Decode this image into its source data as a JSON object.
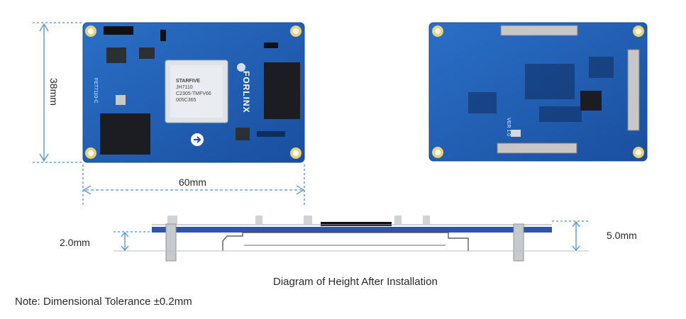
{
  "top_view": {
    "width_label": "60mm",
    "height_label": "38mm",
    "chip_brand": "STARFIVE",
    "chip_model": "JH7110",
    "chip_code": "C2305-TMFV66",
    "chip_lot": "005C365",
    "board_brand": "FORLINX",
    "board_model": "FET7110-C"
  },
  "bottom_view": {
    "version_label": "VER 1.0"
  },
  "side_view": {
    "left_label": "2.0mm",
    "right_label": "5.0mm",
    "caption": "Diagram of Height After Installation"
  },
  "note": "Note: Dimensional Tolerance ±0.2mm",
  "colors": {
    "pcb_blue": "#1f5fb5",
    "pcb_dark": "#16498f",
    "dimension_line": "#4a90d9",
    "text": "#2a2a2a"
  }
}
